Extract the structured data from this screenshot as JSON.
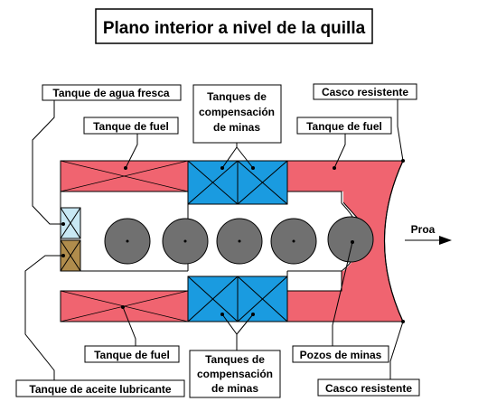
{
  "title": "Plano interior a nivel de la quilla",
  "labels": {
    "fresh_water_tank": "Tanque de agua fresca",
    "comp_tanks_top": [
      "Tanques de",
      "compensación",
      "de minas"
    ],
    "pressure_hull_top": "Casco resistente",
    "fuel_tank_top_left": "Tanque de fuel",
    "fuel_tank_top_right": "Tanque de fuel",
    "fuel_tank_bottom": "Tanque de fuel",
    "comp_tanks_bottom": [
      "Tanques de",
      "compensación",
      "de minas"
    ],
    "mine_wells": "Pozos de minas",
    "lube_oil_tank": "Tanque de aceite lubricante",
    "pressure_hull_bottom": "Casco resistente",
    "bow": "Proa"
  },
  "colors": {
    "fuel_tank": "#f06470",
    "comp_tank": "#1a9be0",
    "fresh_water": "#c8e8f4",
    "lube_oil": "#b08c4c",
    "mine": "#707070",
    "outline": "#000000"
  }
}
